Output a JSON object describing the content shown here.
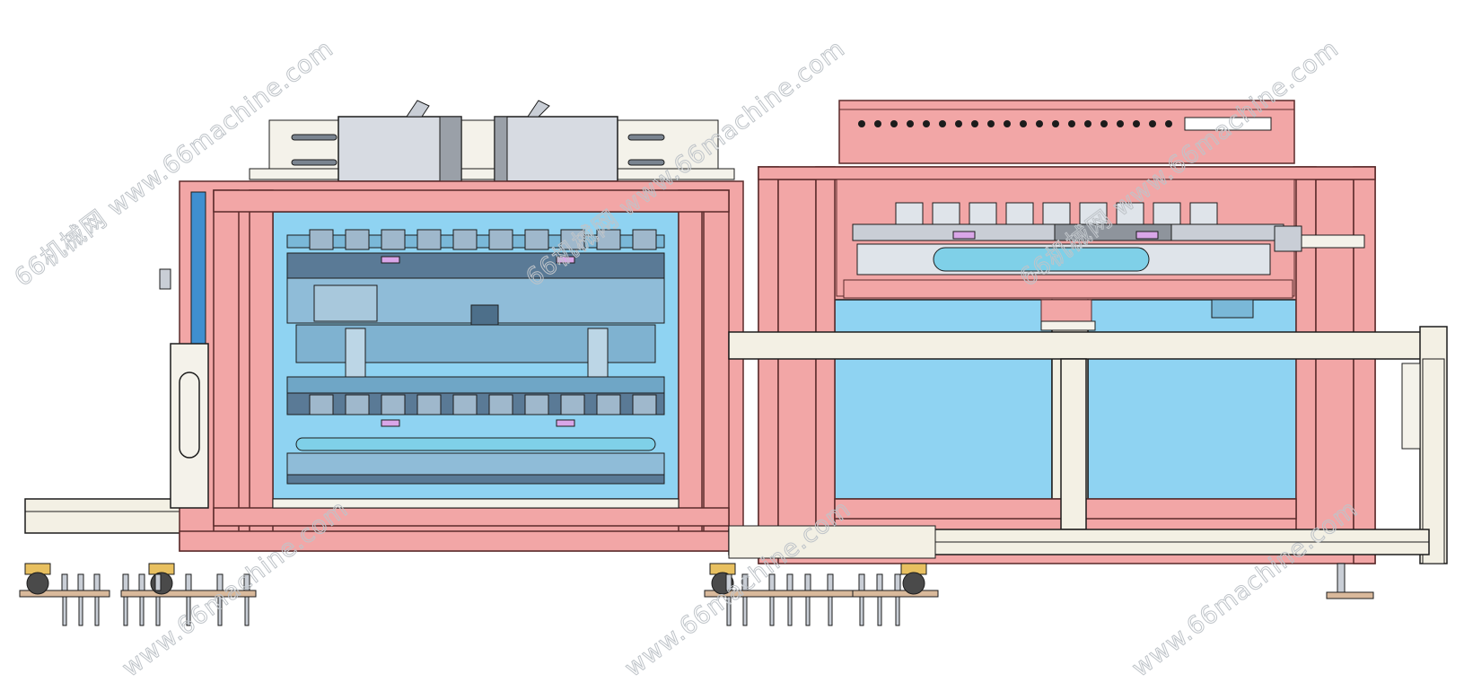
{
  "watermarks": [
    {
      "text": "66机械网 www.66machine.com"
    },
    {
      "text": "66机械网 www.66machine.com"
    },
    {
      "text": "66机械网 www.66machine.com"
    },
    {
      "text": "www.66machine.com"
    },
    {
      "text": "www.66machine.com"
    },
    {
      "text": "www.66machine.com"
    }
  ],
  "colors": {
    "frame_pink": "#f2a6a6",
    "frame_stroke": "#5a2a2a",
    "glass_blue": "#8fd3f2",
    "mechanism_blue": "#7ab8d8",
    "steel_grey": "#c9ced6",
    "beam_cream": "#f3f0e4",
    "base_tan": "#d9b99b",
    "outline": "#1c1c1c"
  },
  "icons": [
    "caster-wheel-icon",
    "leveling-foot-icon",
    "bolt-icon"
  ]
}
